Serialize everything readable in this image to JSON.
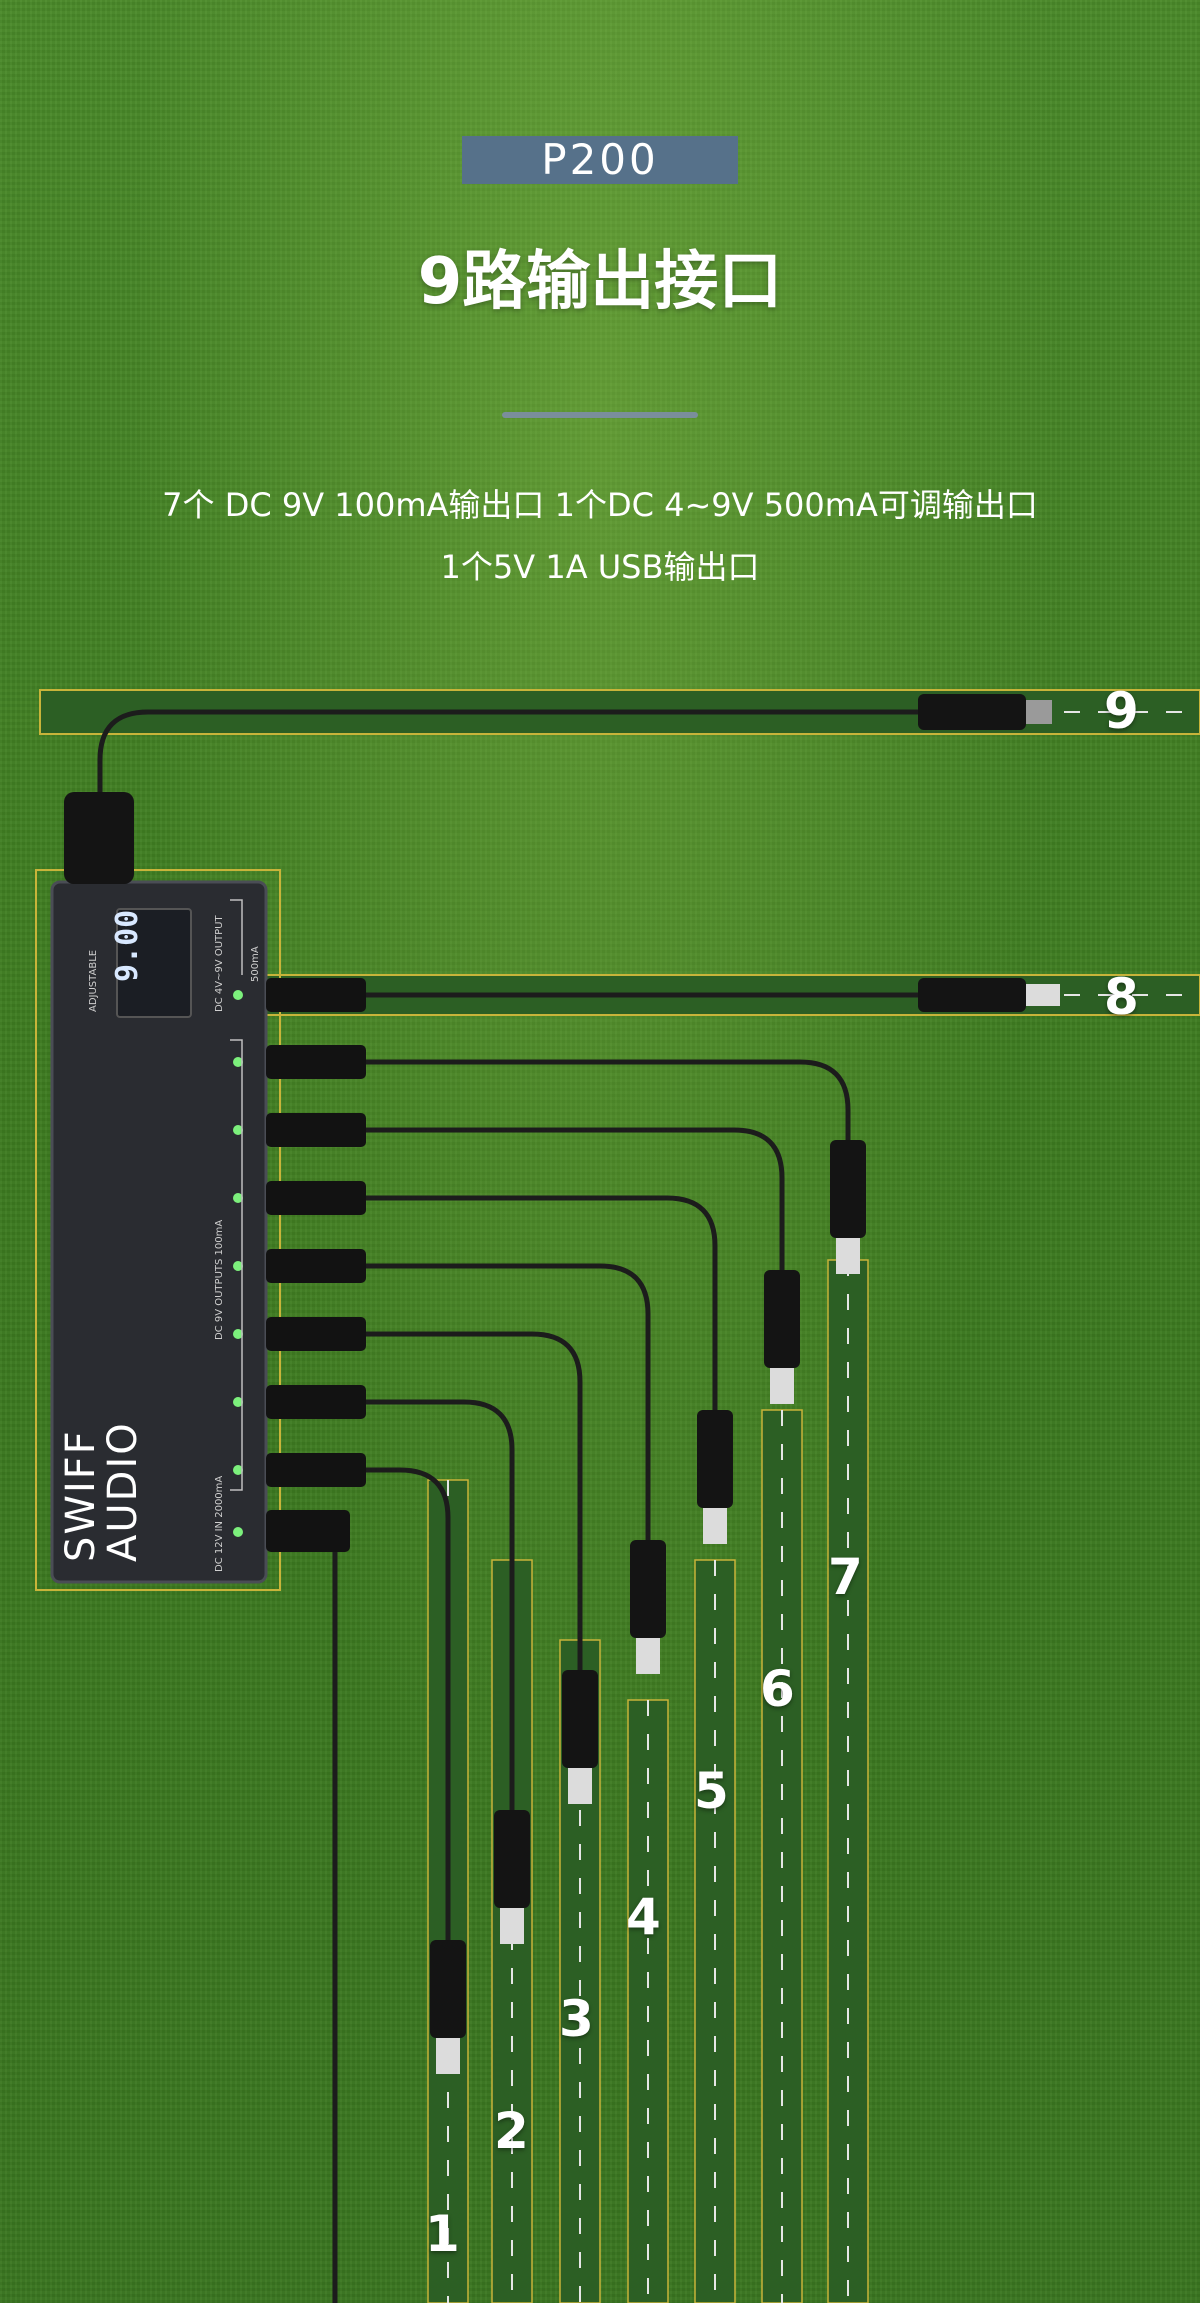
{
  "header": {
    "model": "P200",
    "title": "9路输出接口",
    "spec_line1": "7个 DC 9V 100mA输出口 1个DC 4~9V 500mA可调输出口",
    "spec_line2": "1个5V  1A USB输出口"
  },
  "device": {
    "brand_line1": "SWIFF",
    "brand_line2": "AUDIO",
    "display_value": "9.00",
    "label_adjustable": "ADJUSTABLE",
    "label_adj_output": "DC 4V~9V OUTPUT",
    "label_adj_current": "500mA",
    "label_outputs": "DC 9V OUTPUTS 100mA",
    "label_input": "DC 12V IN 2000mA"
  },
  "ports": [
    "1",
    "2",
    "3",
    "4",
    "5",
    "6",
    "7",
    "8",
    "9"
  ],
  "colors": {
    "grass": "#3f7a22",
    "lane": "#2c5f24",
    "badge": "#56718a",
    "line": "#c8b43a"
  }
}
